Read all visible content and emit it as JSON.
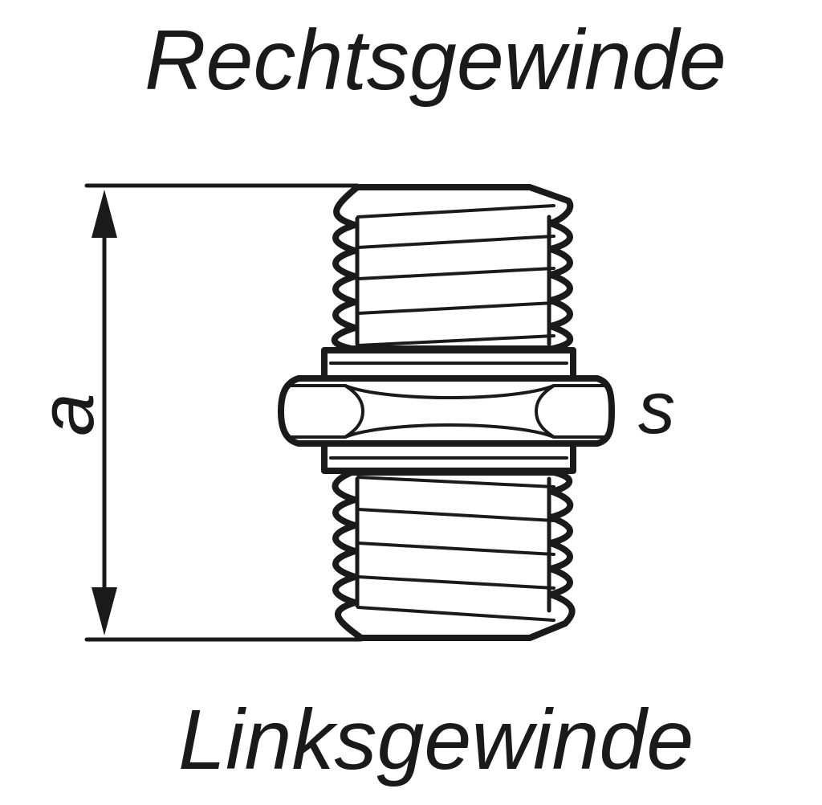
{
  "labels": {
    "top": "Rechtsgewinde",
    "bottom": "Linksgewinde",
    "dimension_a": "a",
    "dimension_s": "s"
  },
  "colors": {
    "stroke": "#1a1a1a",
    "background": "#ffffff"
  }
}
